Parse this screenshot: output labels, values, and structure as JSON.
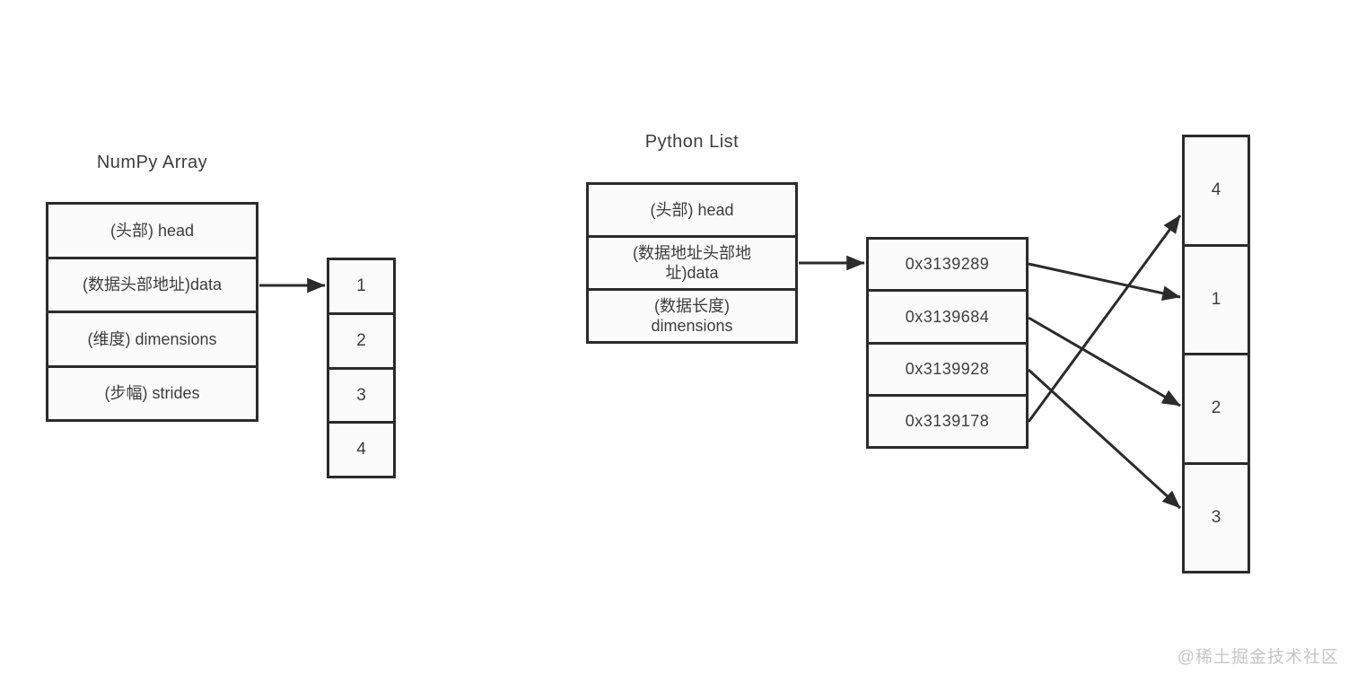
{
  "numpy": {
    "title": "NumPy Array",
    "struct_rows": [
      "(头部) head",
      "(数据头部地址)data",
      "(维度) dimensions",
      "(步幅) strides"
    ],
    "data_cells": [
      "1",
      "2",
      "3",
      "4"
    ]
  },
  "python": {
    "title": "Python List",
    "struct_rows": [
      "(头部) head",
      "(数据地址头部地址)data",
      "(数据长度) dimensions"
    ],
    "address_cells": [
      "0x3139289",
      "0x3139684",
      "0x3139928",
      "0x3139178"
    ],
    "data_cells": [
      "4",
      "1",
      "2",
      "3"
    ],
    "pointer_map": [
      {
        "from": "0x3139289",
        "to": "1"
      },
      {
        "from": "0x3139684",
        "to": "2"
      },
      {
        "from": "0x3139928",
        "to": "3"
      },
      {
        "from": "0x3139178",
        "to": "4"
      }
    ]
  },
  "watermark": "@稀土掘金技术社区",
  "colors": {
    "line": "#2b2b2b",
    "text": "#3d3d3d",
    "cell_fill": "#fbfbfb",
    "background": "#ffffff",
    "watermark": "#c6c6c6"
  }
}
